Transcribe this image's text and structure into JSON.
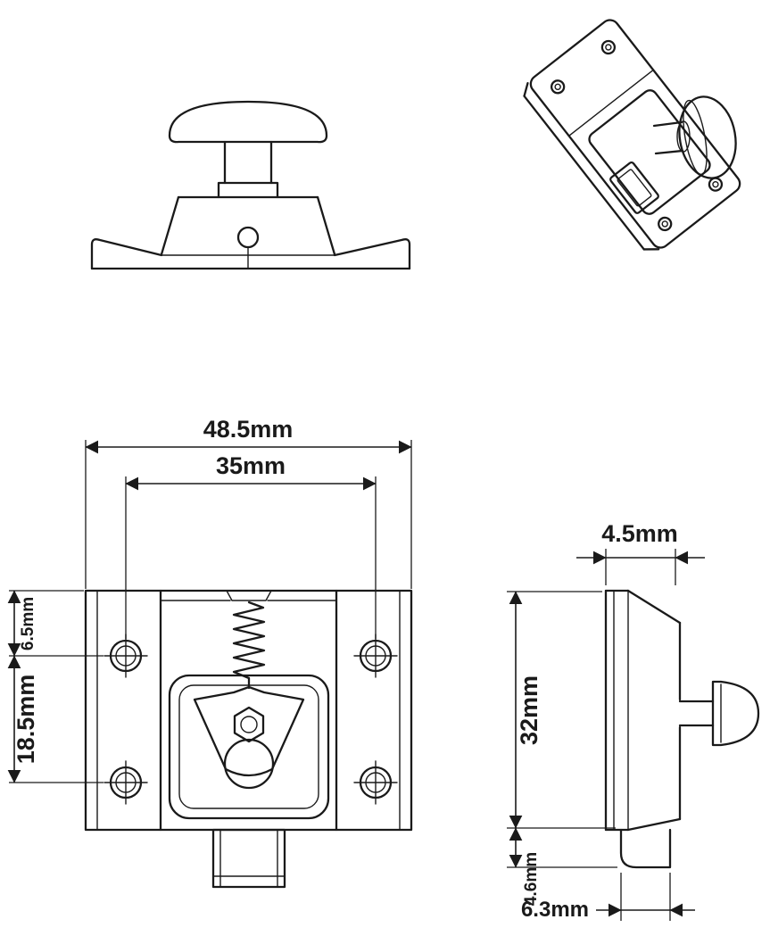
{
  "page": {
    "background": "#ffffff",
    "line_color": "#1a1a1a"
  },
  "dimensions": {
    "front_overall_width": "48.5mm",
    "front_hole_spacing_horizontal": "35mm",
    "front_top_edge_to_hole": "6.5mm",
    "front_hole_spacing_vertical": "18.5mm",
    "side_depth": "4.5mm",
    "side_height": "32mm",
    "side_foot_height": "4.6mm",
    "side_bolt_width": "6.3mm"
  }
}
